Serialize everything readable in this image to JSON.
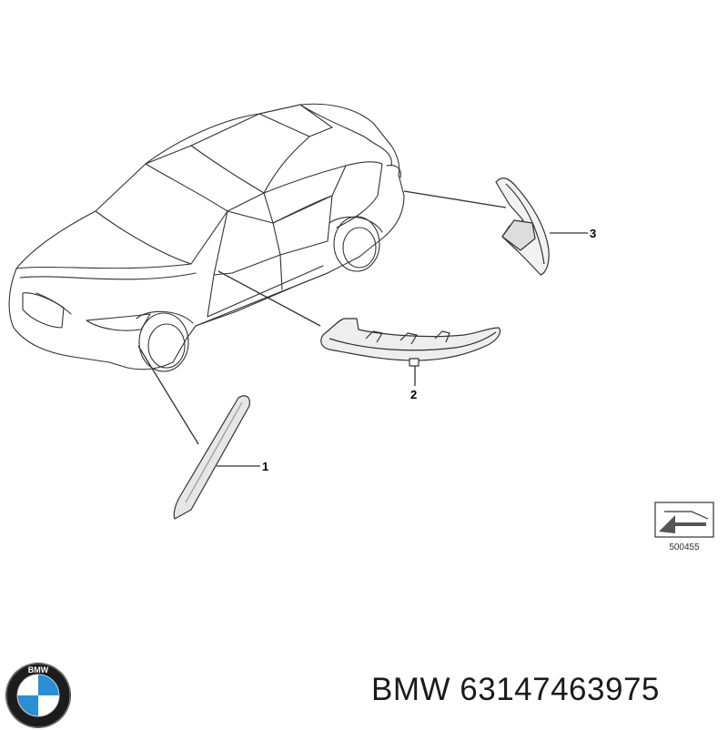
{
  "diagram": {
    "callouts": [
      {
        "id": "1",
        "label": "1"
      },
      {
        "id": "2",
        "label": "2"
      },
      {
        "id": "3",
        "label": "3"
      }
    ],
    "reference_code": "500455"
  },
  "footer": {
    "part_caption": "BMW 63147463975",
    "logo_letters": "BMW"
  },
  "colors": {
    "line": "#333333",
    "logo_blue": "#2b8fd6",
    "logo_ring": "#1c1c1c"
  }
}
